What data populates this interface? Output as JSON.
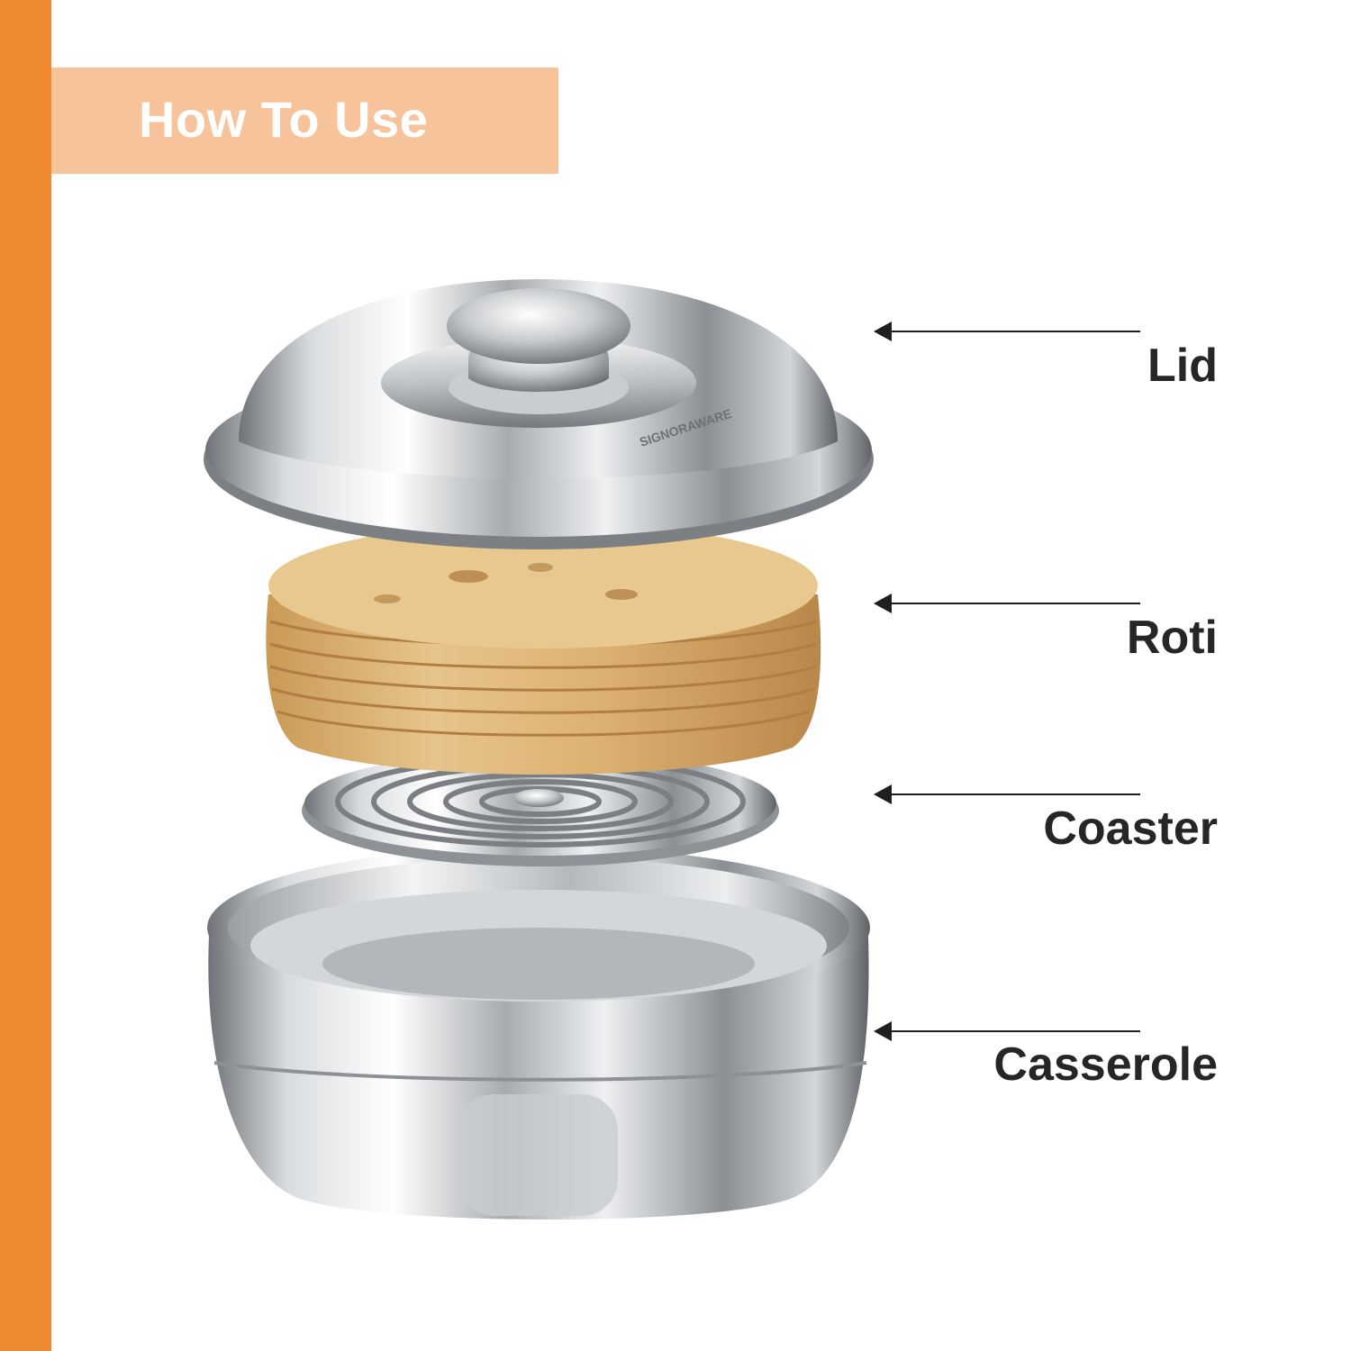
{
  "header": {
    "title": "How To Use"
  },
  "lid": {
    "brand_mark": "SIGNORAWARE"
  },
  "parts": [
    {
      "label": "Lid"
    },
    {
      "label": "Roti"
    },
    {
      "label": "Coaster"
    },
    {
      "label": "Casserole"
    }
  ],
  "colors": {
    "side_bar": "#f08a31",
    "title_box": "#f7c39a",
    "title_text": "#ffffff",
    "label_text": "#262626"
  }
}
